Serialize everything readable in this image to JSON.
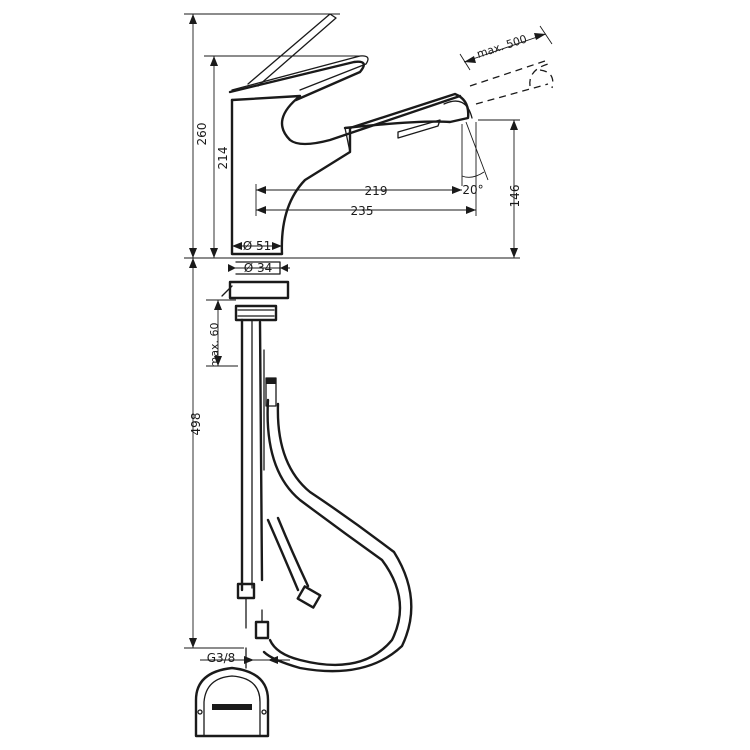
{
  "dimensions": {
    "total_height_top": "260",
    "spout_height": "214",
    "pullout": "max. 500",
    "reach_219": "219",
    "reach_235": "235",
    "angle": "20°",
    "outlet_height": "146",
    "base_diameter": "Ø 51",
    "shank_diameter": "Ø 34",
    "max_thickness": "max. 60",
    "below_counter": "498",
    "connection": "G3/8"
  },
  "colors": {
    "line": "#1a1a1a",
    "background": "#ffffff"
  }
}
